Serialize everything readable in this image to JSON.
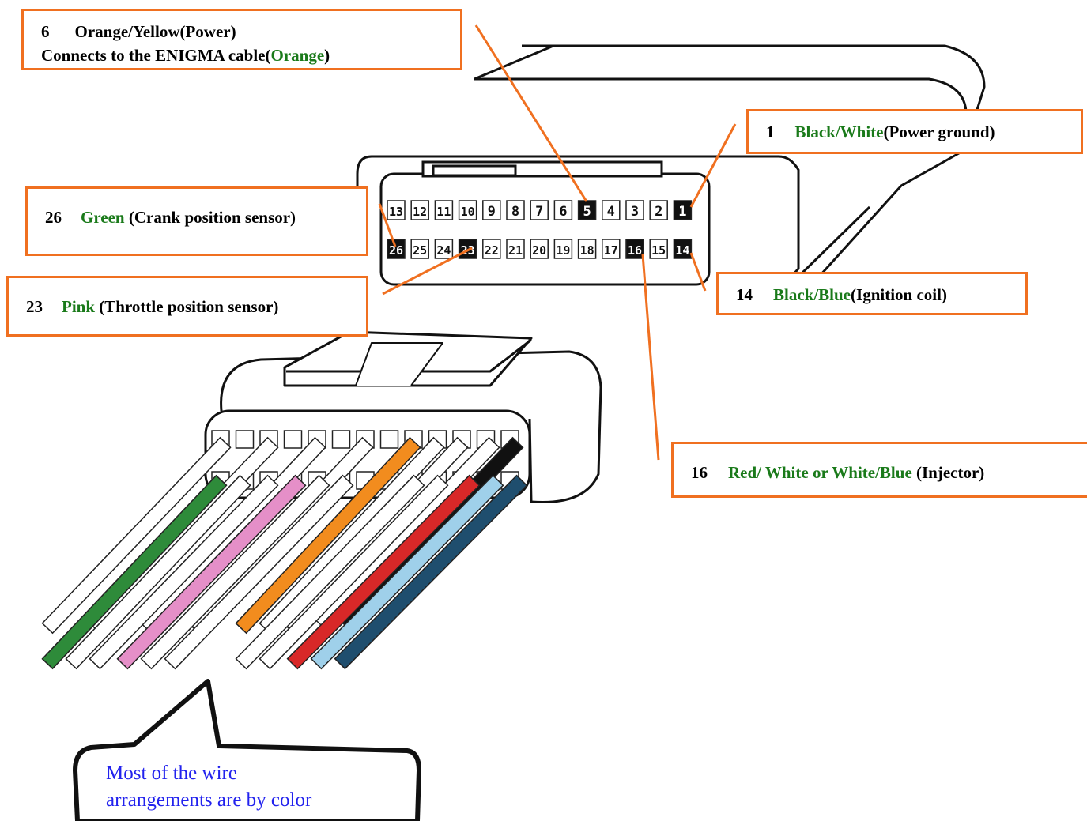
{
  "callouts": {
    "pin6": {
      "num": "6",
      "line1": "Orange/Yellow(Power)",
      "line2_prefix": "Connects to the ENIGMA cable(",
      "line2_color": "Orange",
      "line2_suffix": ")"
    },
    "pin1": {
      "num": "1",
      "color": "Black/White",
      "desc": "(Power ground)"
    },
    "pin26": {
      "num": "26",
      "color": "Green",
      "desc": " (Crank position sensor)"
    },
    "pin23": {
      "num": "23",
      "color": "Pink",
      "desc": " (Throttle position sensor)"
    },
    "pin14": {
      "num": "14",
      "color": "Black/Blue",
      "desc": "(Ignition coil)"
    },
    "pin16": {
      "num": "16",
      "color": "Red/ White or White/Blue",
      "desc": " (Injector)"
    }
  },
  "pins_top": [
    "13",
    "12",
    "11",
    "10",
    "9",
    "8",
    "7",
    "6",
    "5",
    "4",
    "3",
    "2",
    "1"
  ],
  "pins_bottom": [
    "26",
    "25",
    "24",
    "23",
    "22",
    "21",
    "20",
    "19",
    "18",
    "17",
    "16",
    "15",
    "14"
  ],
  "highlighted_pins": [
    "5",
    "1",
    "26",
    "23",
    "16",
    "14"
  ],
  "bubble": {
    "line1": "Most of the wire",
    "line2": "arrangements are by color"
  },
  "colors": {
    "callout_border": "#f07020",
    "label_green": "#1a7a1a",
    "bubble_text": "#2222ee"
  }
}
